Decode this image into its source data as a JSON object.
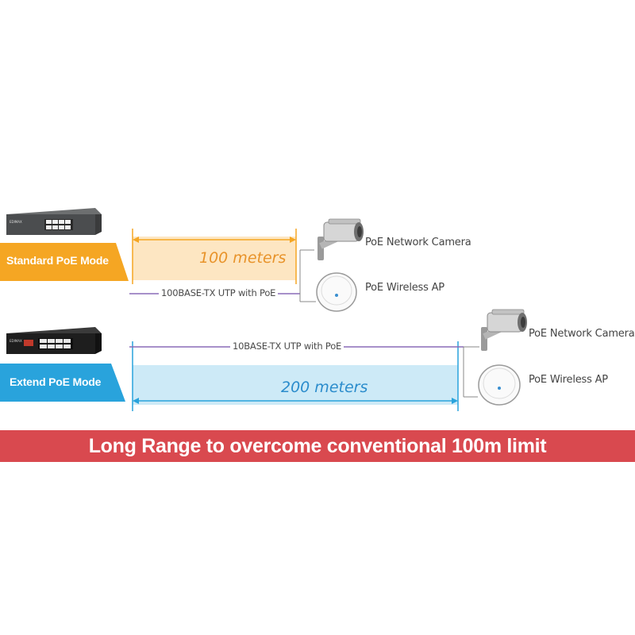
{
  "standard": {
    "mode_label": "Standard PoE Mode",
    "distance_label": "100 meters",
    "cable_label": "100BASE-TX UTP with PoE",
    "devices": [
      "PoE Network Camera",
      "PoE Wireless AP"
    ],
    "mode_color": "#f5a623",
    "band_color": "#fde6c2"
  },
  "extend": {
    "mode_label": "Extend PoE Mode",
    "distance_label": "200 meters",
    "cable_label": "10BASE-TX UTP with PoE",
    "devices": [
      "PoE Network Camera",
      "PoE Wireless AP"
    ],
    "mode_color": "#29a3dc",
    "band_color": "#cdeaf7"
  },
  "banner": {
    "text": "Long Range to overcome conventional 100m limit",
    "color": "#d9494f"
  },
  "icons": [
    "switch-icon",
    "camera-icon",
    "access-point-icon"
  ]
}
